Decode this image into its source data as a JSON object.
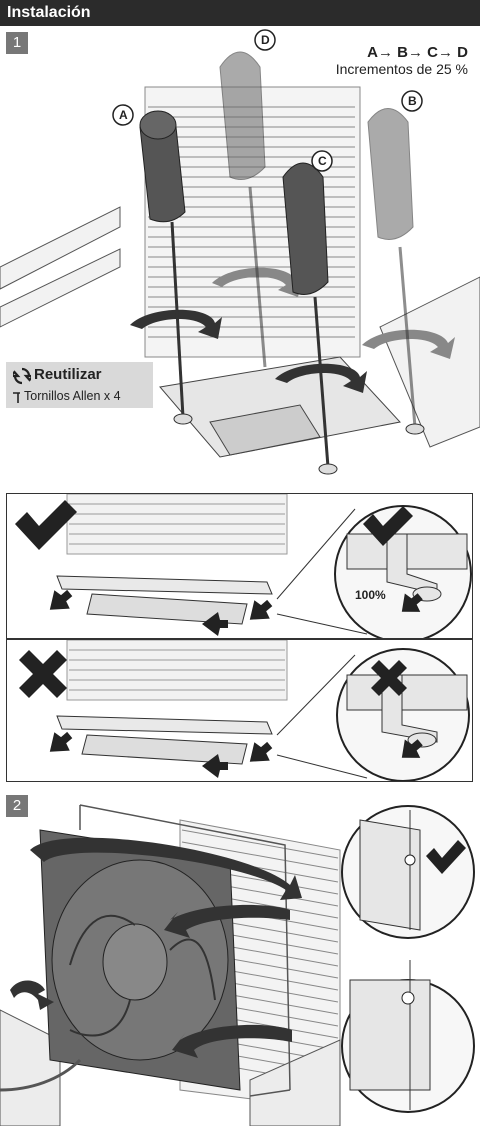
{
  "header": {
    "title": "Instalación"
  },
  "step1": {
    "number": "1",
    "order": "A→ B→ C→ D",
    "increments": "Incrementos de 25 %",
    "labels": {
      "a": "A",
      "b": "B",
      "c": "C",
      "d": "D"
    },
    "reuse": {
      "title": "Reutilizar",
      "item": "Tornillos Allen x 4"
    }
  },
  "check_panel": {
    "percent_label": "100%"
  },
  "step2": {
    "number": "2"
  },
  "colors": {
    "header_bg": "#2b2b2b",
    "badge_bg": "#777777",
    "line": "#333333",
    "reuse_bg": "#d9d9d9"
  },
  "icons": [
    "reuse-icon",
    "allen-key-icon",
    "check-icon",
    "cross-icon",
    "screwdriver-icon",
    "rotate-arrow-icon"
  ]
}
